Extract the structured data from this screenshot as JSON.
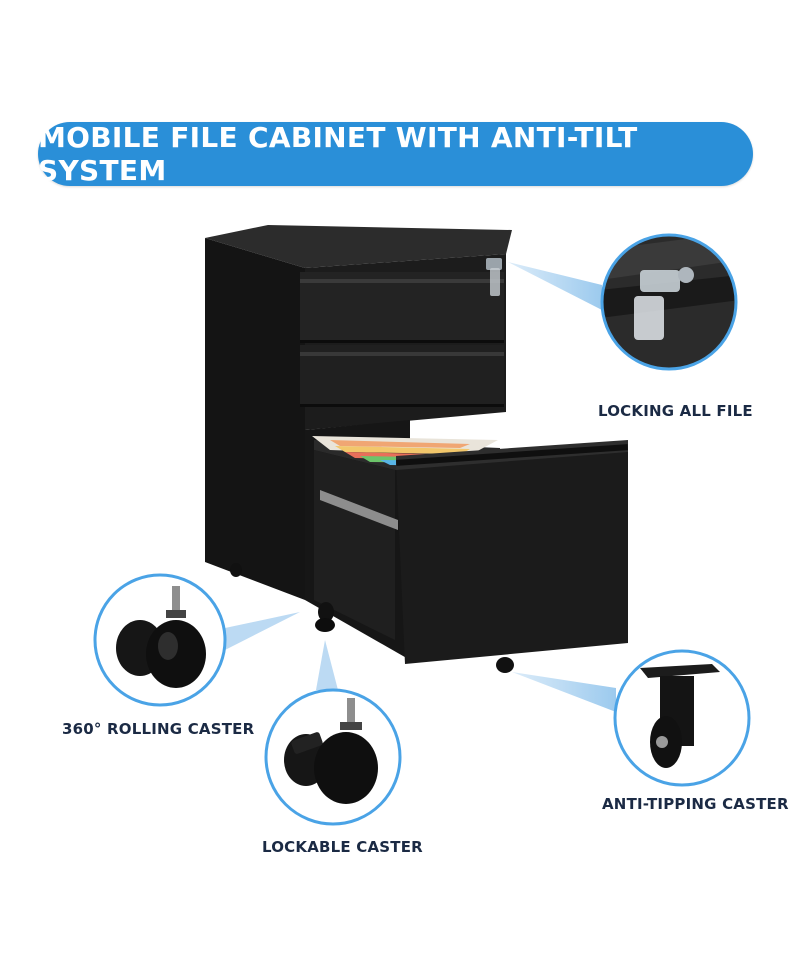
{
  "title": "MOBILE FILE CABINET WITH ANTI-TILT SYSTEM",
  "callouts": {
    "locking": "LOCKING ALL FILE",
    "rolling": "360°  ROLLING CASTER",
    "lockable": "LOCKABLE CASTER",
    "anti_tipping": "ANTI-TIPPING CASTER"
  },
  "colors": {
    "banner": "#2a8fd8",
    "callout_ring": "#4aa3e6",
    "pointer": "#bcdaf3",
    "cabinet": "#1e1e1e",
    "label_text": "#1b2a44"
  }
}
